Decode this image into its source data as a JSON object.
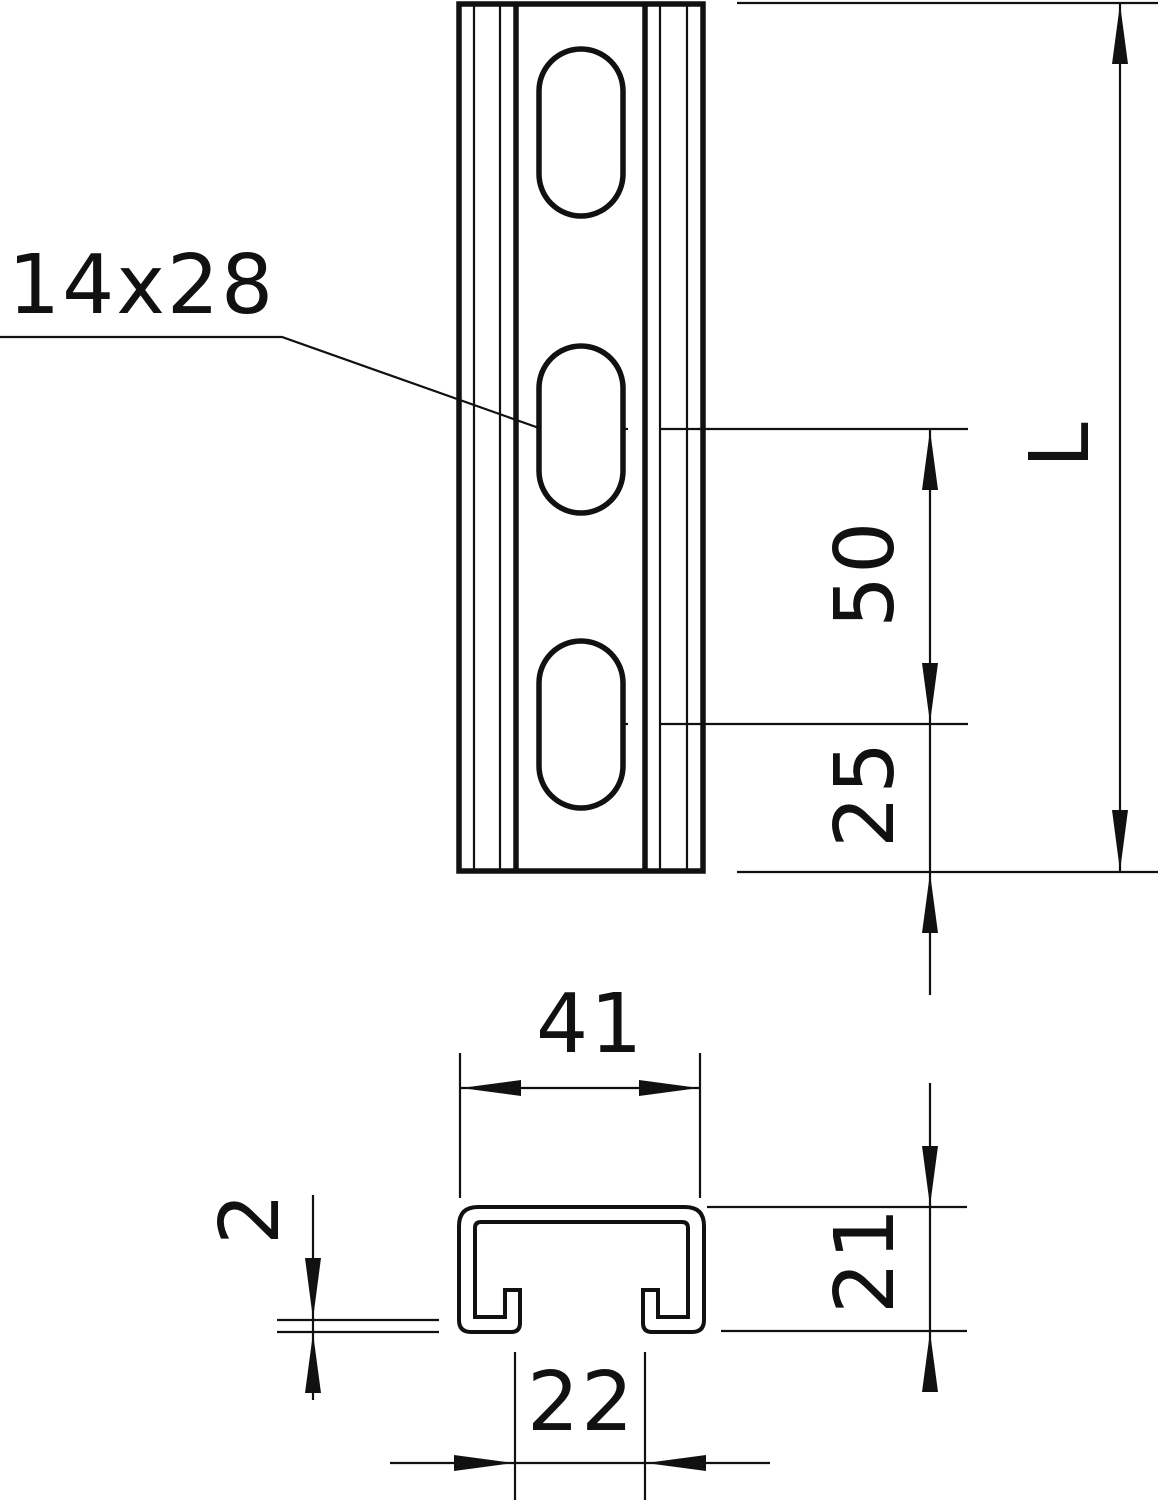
{
  "drawing": {
    "title": "Slotted profile rail technical drawing",
    "line_color": "#111111",
    "background": "#ffffff",
    "views": {
      "front_view": {
        "label": "Front view of slotted rail",
        "slot_label": "14x28",
        "slot_count_visible": 3
      },
      "section_view": {
        "label": "C-profile cross section"
      }
    },
    "dimensions": {
      "slot_size": "14x28",
      "length": "L",
      "slot_pitch": "50",
      "end_offset": "25",
      "width": "41",
      "height": "21",
      "thickness": "2",
      "opening": "22"
    }
  }
}
